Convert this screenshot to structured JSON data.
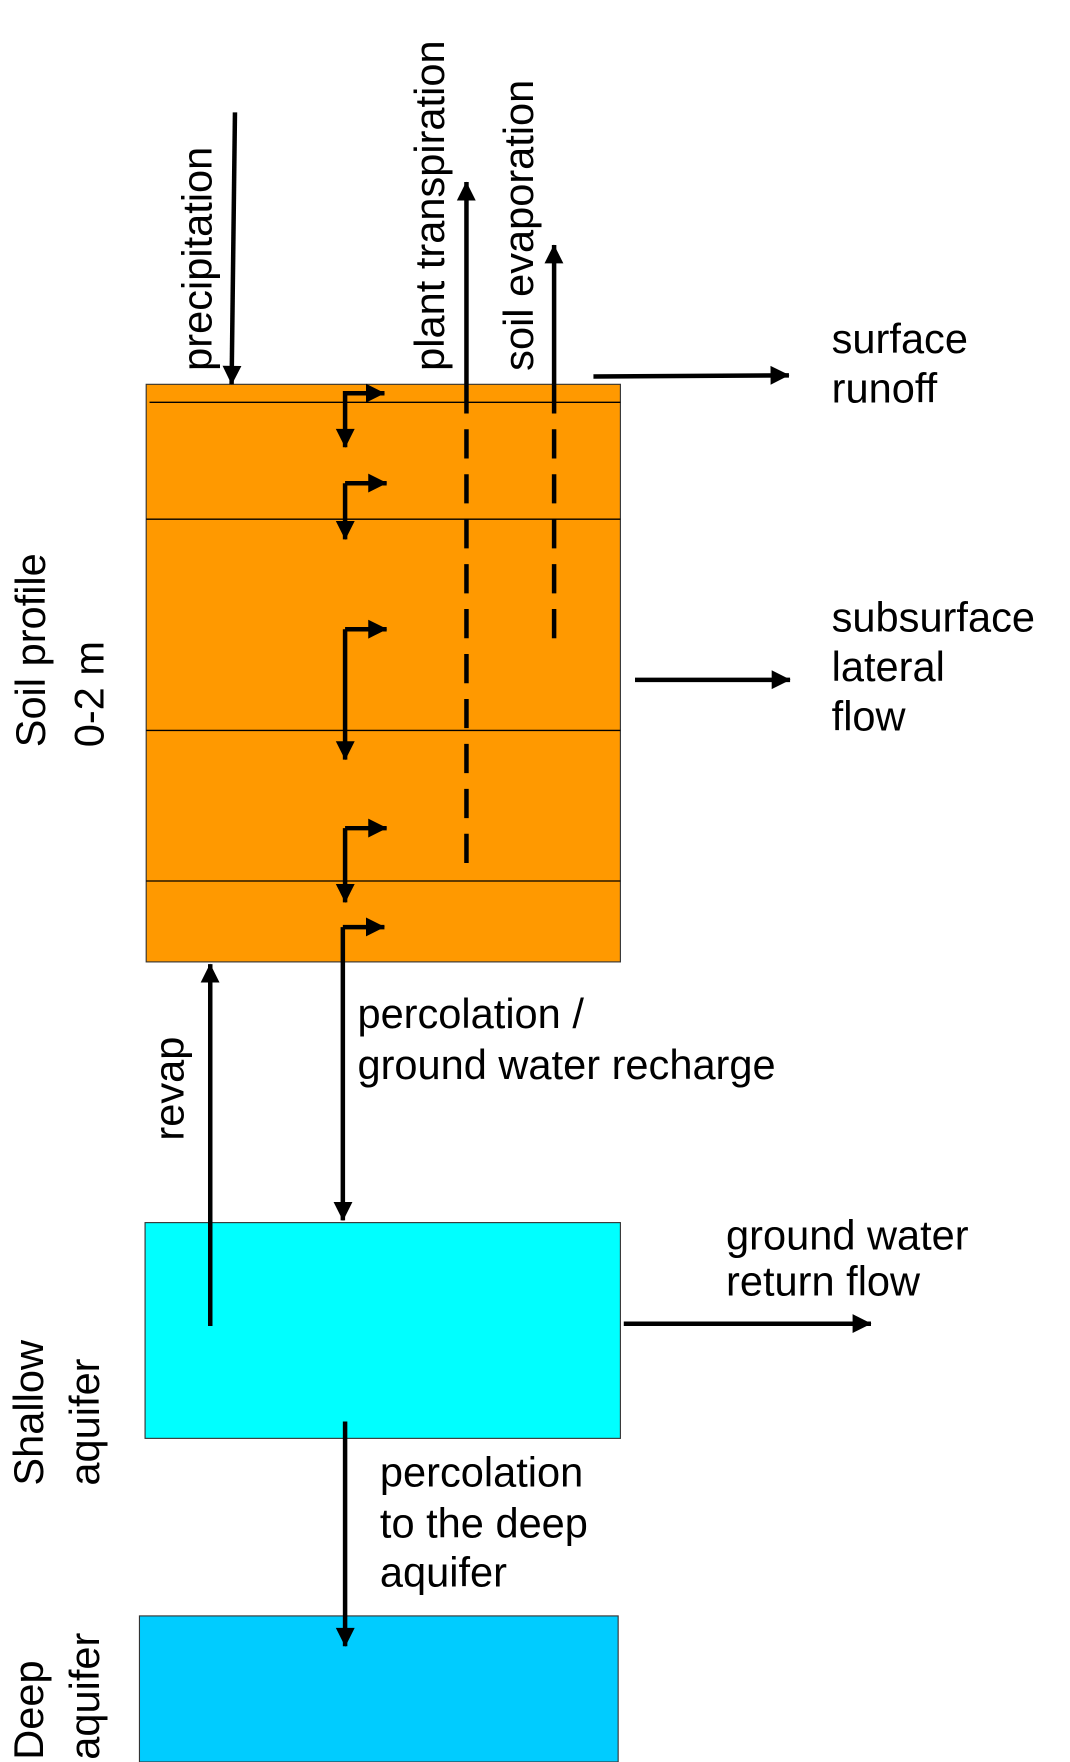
{
  "colors": {
    "soil": "#FF9900",
    "shallow_aquifer": "#00FFFF",
    "deep_aquifer": "#00CCFF",
    "arrow": "#000000"
  },
  "labels": {
    "precipitation": "precipitation",
    "plant_transpiration": "plant transpiration",
    "soil_evaporation": "soil evaporation",
    "surface_runoff": [
      "surface",
      "runoff"
    ],
    "subsurface_lateral_flow": [
      "subsurface",
      "lateral",
      "flow"
    ],
    "soil_profile": [
      "Soil profile",
      "0-2 m"
    ],
    "percolation_recharge": [
      "percolation /",
      "ground water recharge"
    ],
    "revap": "revap",
    "gw_return_flow": [
      "ground water",
      "return flow"
    ],
    "shallow_aquifer": [
      "Shallow",
      "aquifer"
    ],
    "percolation_deep": [
      "percolation",
      "to the deep",
      "aquifer"
    ],
    "deep_aquifer": [
      "Deep",
      "aquifer"
    ]
  }
}
